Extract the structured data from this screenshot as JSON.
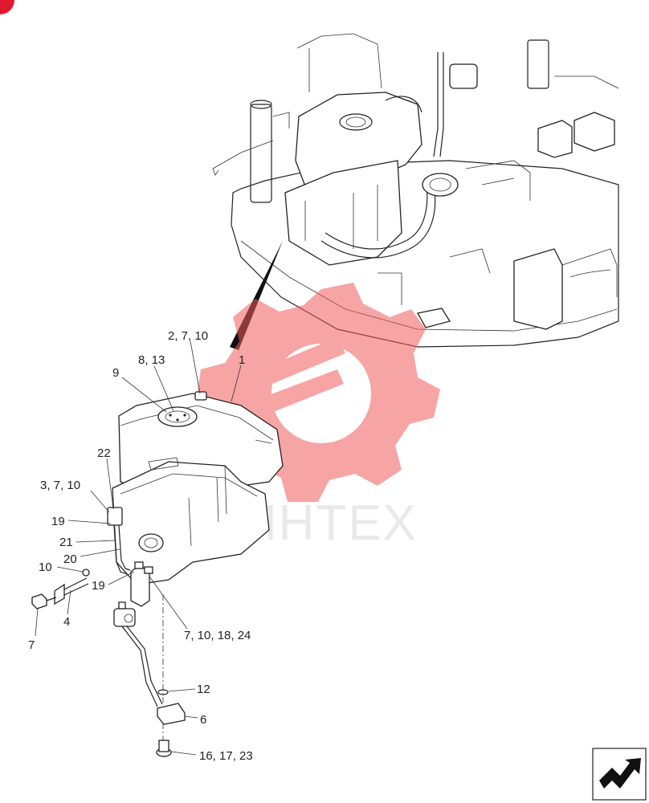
{
  "watermark": {
    "text": "ИНТЕХ",
    "color": "#f05a5a"
  },
  "corner_mark_color": "#e0182d",
  "callouts": [
    {
      "id": "c1",
      "text": "2, 7, 10"
    },
    {
      "id": "c2",
      "text": "1"
    },
    {
      "id": "c3",
      "text": "9"
    },
    {
      "id": "c4",
      "text": "8, 13"
    },
    {
      "id": "c5",
      "text": "22"
    },
    {
      "id": "c6",
      "text": "3, 7, 10"
    },
    {
      "id": "c7",
      "text": "19"
    },
    {
      "id": "c8",
      "text": "21"
    },
    {
      "id": "c9",
      "text": "20"
    },
    {
      "id": "c10",
      "text": "10"
    },
    {
      "id": "c11",
      "text": "19"
    },
    {
      "id": "c12",
      "text": "7"
    },
    {
      "id": "c13",
      "text": "4"
    },
    {
      "id": "c14",
      "text": "7, 10, 18, 24"
    },
    {
      "id": "c15",
      "text": "12"
    },
    {
      "id": "c16",
      "text": "6"
    },
    {
      "id": "c17",
      "text": "16, 17, 23"
    }
  ],
  "nav_icon": "forward-arrow-icon"
}
